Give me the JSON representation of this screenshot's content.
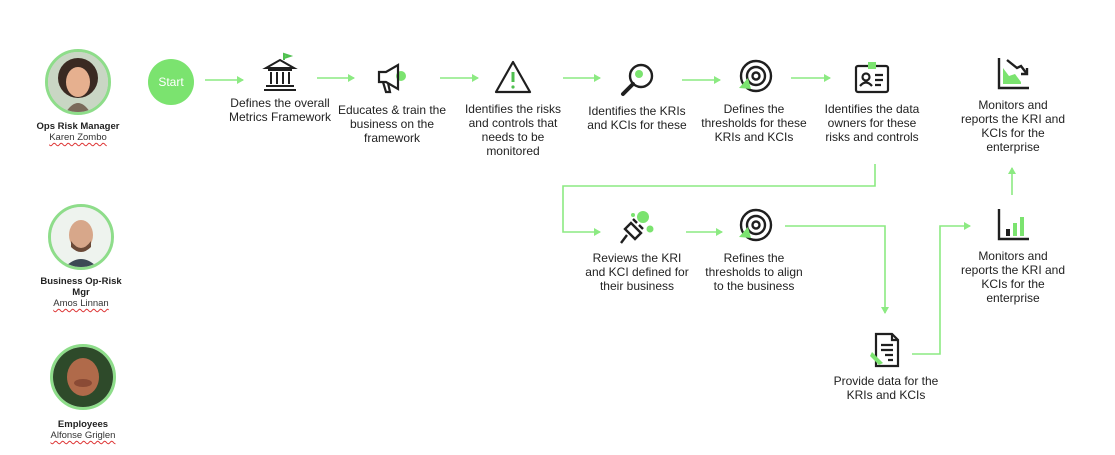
{
  "colors": {
    "accent": "#7be36f",
    "line": "#8cea82",
    "ink": "#1f1f1f",
    "misspell": "#d33"
  },
  "start_label": "Start",
  "people": [
    {
      "role": "Ops Risk Manager",
      "name": "Karen Zombo"
    },
    {
      "role": "Business Op-Risk Mgr",
      "name": "Amos Linnan"
    },
    {
      "role": "Employees",
      "name": "Alfonse Griglen"
    }
  ],
  "steps": [
    {
      "icon": "bank-building-icon",
      "label": "Defines the overall Metrics Framework"
    },
    {
      "icon": "megaphone-icon",
      "label": "Educates & train the business on the framework"
    },
    {
      "icon": "warning-triangle-icon",
      "label": "Identifies the risks and controls that needs to be monitored"
    },
    {
      "icon": "magnifier-icon",
      "label": "Identifies the KRIs and KCIs for these"
    },
    {
      "icon": "target-icon",
      "label": "Defines the thresholds for these KRIs and KCIs"
    },
    {
      "icon": "id-card-icon",
      "label": "Identifies the data owners for these risks and controls"
    },
    {
      "icon": "chart-down-icon",
      "label": "Monitors and reports the KRI and KCIs for the enterprise"
    },
    {
      "icon": "plug-icon",
      "label": "Reviews the KRI and KCI defined for their business"
    },
    {
      "icon": "target-icon",
      "label": "Refines the thresholds to align to the business"
    },
    {
      "icon": "bar-chart-icon",
      "label": "Monitors and reports the KRI and KCIs for the enterprise"
    },
    {
      "icon": "document-edit-icon",
      "label": "Provide data for the KRIs and KCIs"
    }
  ]
}
